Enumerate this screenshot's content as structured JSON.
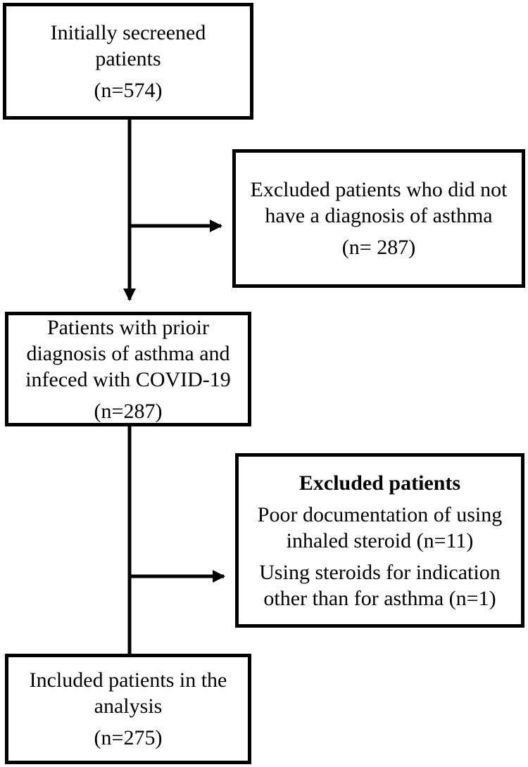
{
  "flowchart": {
    "screened": {
      "lines": [
        "Initially secreened",
        "patients"
      ],
      "count": "(n=574)"
    },
    "excluded_no_asthma": {
      "lines": [
        "Excluded patients who did not",
        "have a diagnosis of asthma"
      ],
      "count": "(n= 287)"
    },
    "asthma_covid": {
      "lines": [
        "Patients with prioir",
        "diagnosis of asthma and",
        "infeced with COVID-19"
      ],
      "count": "(n=287)"
    },
    "excluded_other": {
      "title": "Excluded patients",
      "reason_1": [
        "Poor documentation of using",
        "inhaled steroid (n=11)"
      ],
      "reason_2": [
        "Using steroids for indication",
        "other than for asthma (n=1)"
      ]
    },
    "included": {
      "lines": [
        "Included patients in the",
        "analysis"
      ],
      "count": "(n=275)"
    }
  }
}
